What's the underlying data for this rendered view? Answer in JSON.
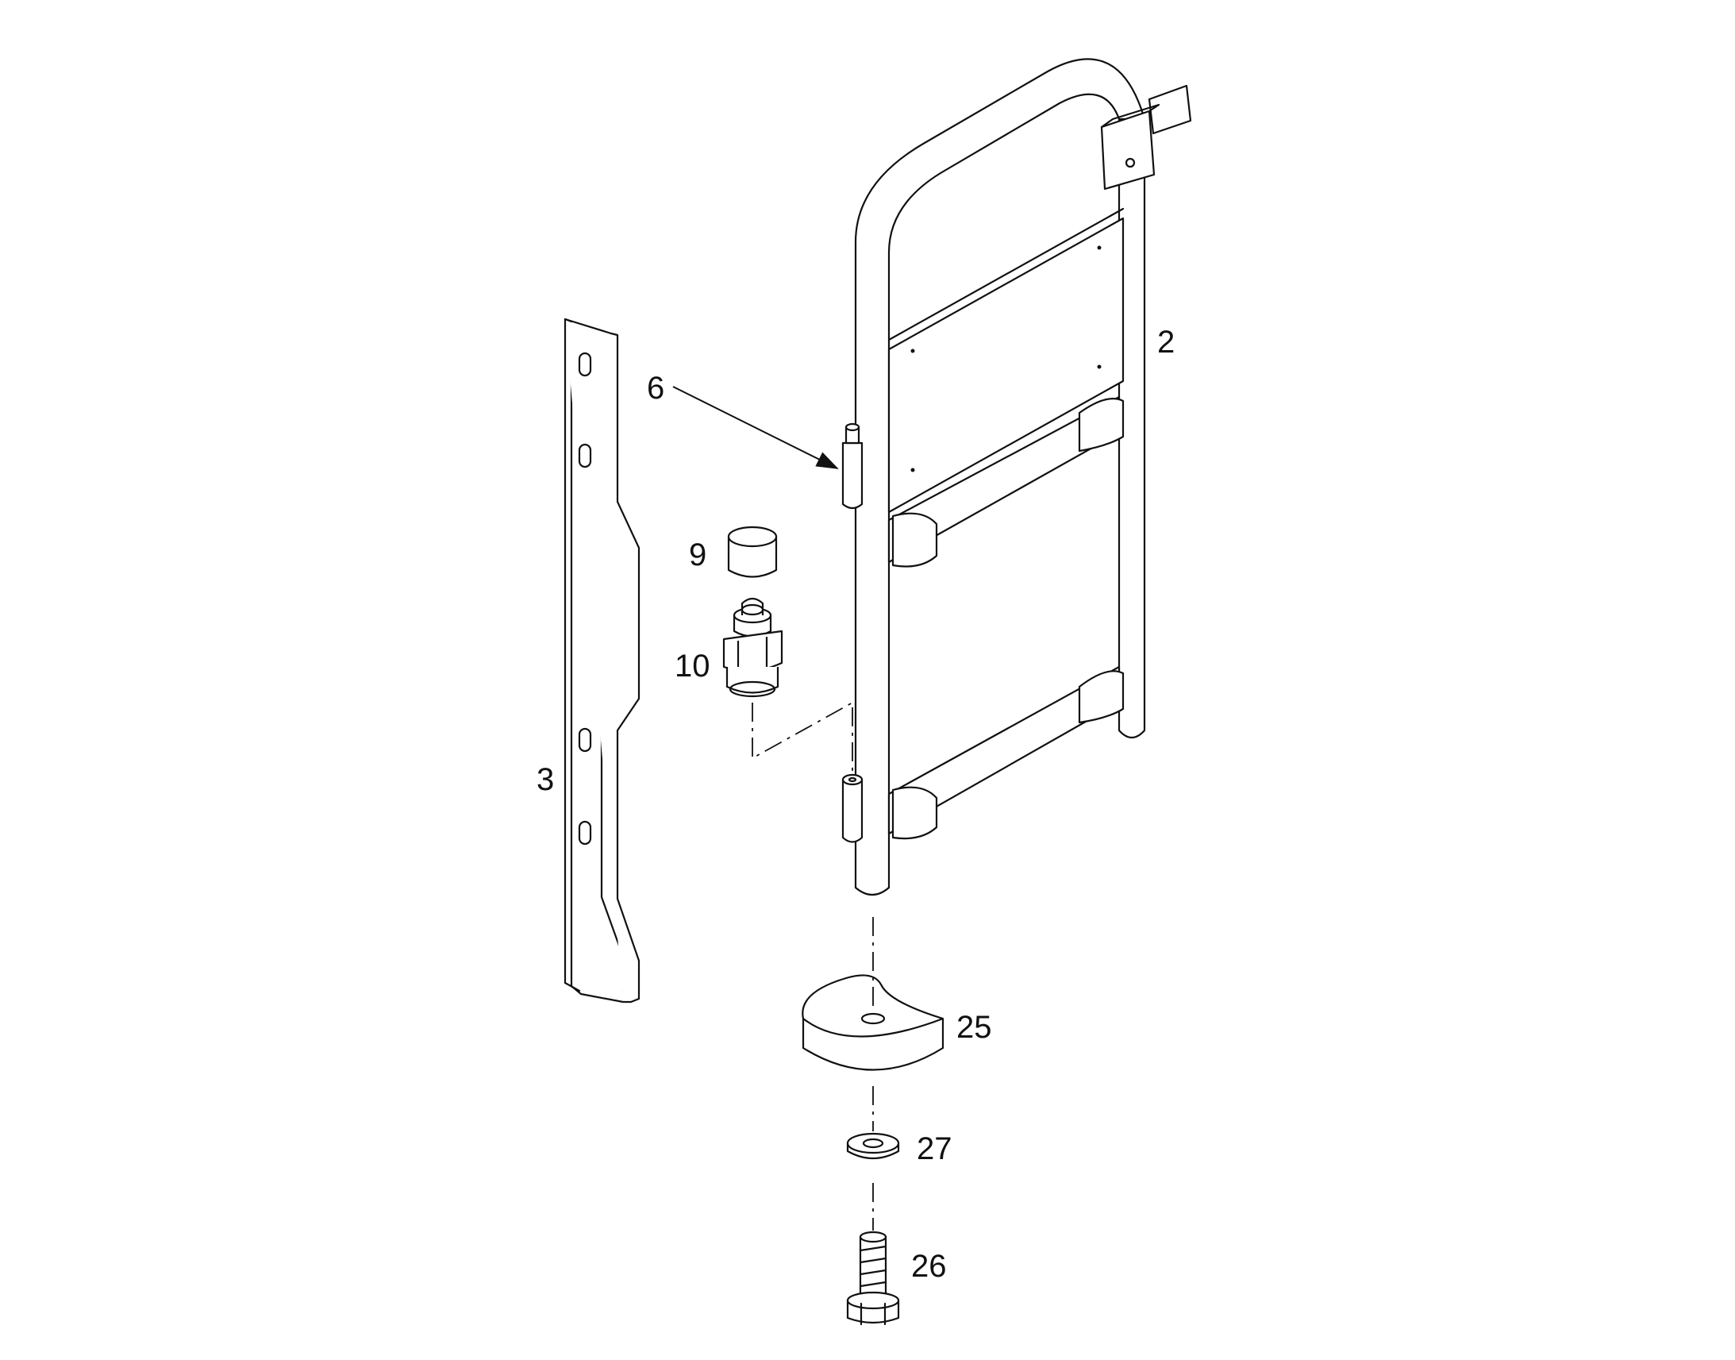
{
  "callouts": {
    "frame": "2",
    "bracket": "3",
    "pin": "6",
    "cap": "9",
    "grease_nipple": "10",
    "foot_disc": "25",
    "washer": "27",
    "bolt": "26"
  }
}
